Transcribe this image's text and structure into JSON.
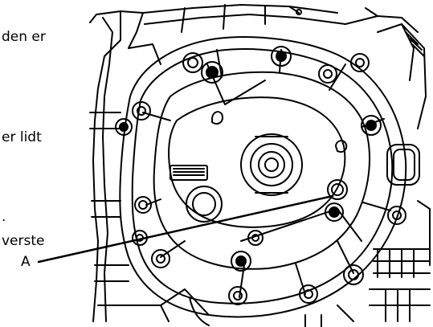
{
  "text_fragments": [
    {
      "id": "frag1",
      "text": "den er"
    },
    {
      "id": "frag2",
      "text": "er lidt"
    },
    {
      "id": "frag3",
      "text": "."
    },
    {
      "id": "frag4",
      "text": "verste"
    }
  ],
  "callout": {
    "label": "A"
  },
  "colors": {
    "ink": "#000000",
    "paper": "#ffffff"
  }
}
